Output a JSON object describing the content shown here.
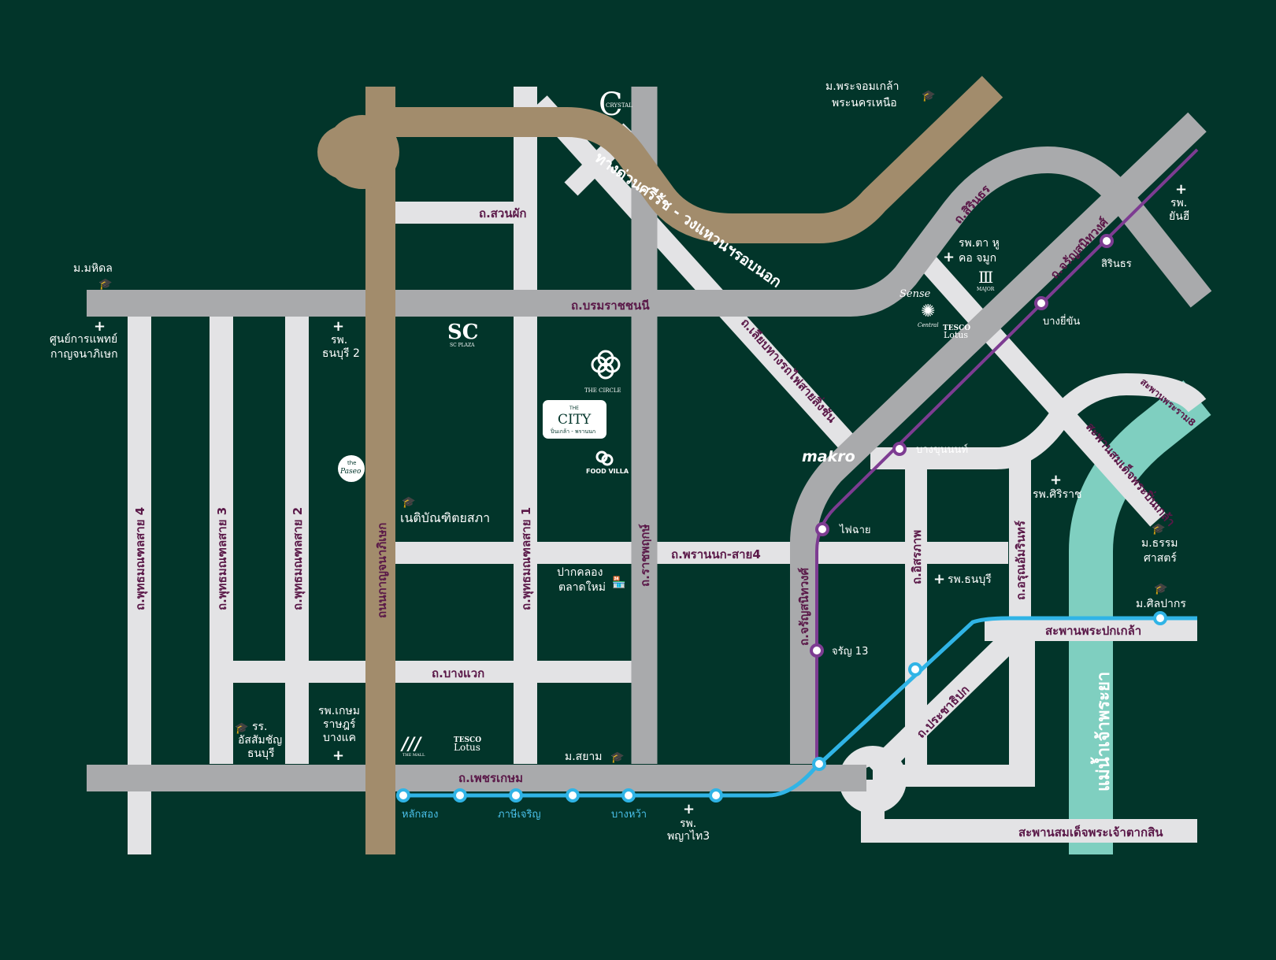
{
  "colors": {
    "background": "#02352a",
    "road_light": "#e3e3e5",
    "road_gray": "#a9aaac",
    "expressway": "#a28c6c",
    "river": "#7fcfc0",
    "purple_line": "#7d3c92",
    "blue_line": "#30b4e6",
    "road_label": "#5a1848"
  },
  "expressway": {
    "label": "ทางด่วนศรีรัช - วงแหวนฯรอบนอก"
  },
  "roads": {
    "kanchanaphisek": "ถนนกาญจนาภิเษก",
    "suan_phak": "ถ.สวนผัก",
    "borommaratchachonnani": "ถ.บรมราชชนนี",
    "sirinthorn": "ถ.สิรินธร",
    "charan_upper": "ถ.จรัญสนิทวงศ์",
    "lieb_rot_fai": "ถ.เลียบทางรถไฟสายสิ่งชัน",
    "phuttha_4": "ถ.พุทธมณฑลสาย 4",
    "phuttha_3": "ถ.พุทธมณฑลสาย 3",
    "phuttha_2": "ถ.พุทธมณฑลสาย 2",
    "phuttha_1": "ถ.พุทธมณฑลสาย 1",
    "ratchaphruek": "ถ.ราชพฤกษ์",
    "phran_nok": "ถ.พรานนก-สาย4",
    "charan_lower": "ถ.จรัญสนิทวงศ์",
    "itsaraphap": "ถ.อิสรภาพ",
    "arun_amarin": "ถ.อรุณอัมรินทร์",
    "bang_waek": "ถ.บางแวก",
    "phetkasem": "ถ.เพชรเกษม",
    "pracha_thipok": "ถ.ประชาธิปก",
    "phra_pinklao_bridge": "สะพานสมเด็จพระปิ่นเกล้า",
    "rama8_bridge": "สะพานพระราม8",
    "pok_klao_bridge": "สะพานพระปกเกล้า",
    "taksin_bridge": "สะพานสมเด็จพระเจ้าตากสิน"
  },
  "river": {
    "label": "แม่น้ำเจ้าพระยา"
  },
  "places": {
    "kmitl_1": "ม.พระจอมเกล้า",
    "kmitl_2": "พระนครเหนือ",
    "mahidol": "ม.มหิดล",
    "kanchana_hosp_1": "ศูนย์การแพทย์",
    "kanchana_hosp_2": "กาญจนาภิเษก",
    "thonburi2_1": "รพ.",
    "thonburi2_2": "ธนบุรี 2",
    "yanhee_1": "รพ.",
    "yanhee_2": "ยันฮี",
    "eye_ent_1": "รพ.ตา หู",
    "eye_ent_2": "คอ จมูก",
    "netibandit": "เนติบัณฑิตยสภา",
    "pak_khlong_1": "ปากคลอง",
    "pak_khlong_2": "ตลาดใหม่",
    "siriraj": "รพ.ศิริราช",
    "thammasat_1": "ม.ธรรม",
    "thammasat_2": "ศาสตร์",
    "thonburi_hosp": "รพ.ธนบุรี",
    "silpakorn": "ม.ศิลปากร",
    "assumption_1": "รร.",
    "assumption_2": "อัสสัมชัญ",
    "assumption_3": "ธนบุรี",
    "kasem_1": "รพ.เกษม",
    "kasem_2": "ราษฎร์",
    "kasem_3": "บางแค",
    "siam_uni": "ม.สยาม",
    "phyathai_1": "รพ.",
    "phyathai_2": "พญาไท3",
    "makro": "makro"
  },
  "logos": {
    "crystal": "CRYSTAL",
    "sc_plaza": "SC PLAZA",
    "the_circle": "THE CIRCLE",
    "city_small": "THE",
    "city_name": "CITY",
    "city_sub": "ปิ่นเกล้า - พรานนก",
    "food_villa": "FOOD VILLA",
    "the_paseo": "Paseo",
    "the_paseo_small": "the",
    "sense": "Sense",
    "central": "Central",
    "major": "MAJOR",
    "tesco_1": "TESCO",
    "tesco_2": "Lotus",
    "the_mall": "THE MALL"
  },
  "purple_stations": [
    "สิรินธร",
    "บางยี่ขัน",
    "บางขุนนนท์",
    "ไฟฉาย",
    "จรัญ 13"
  ],
  "blue_stations": [
    "หลักสอง",
    "ภาษีเจริญ",
    "บางหว้า"
  ]
}
